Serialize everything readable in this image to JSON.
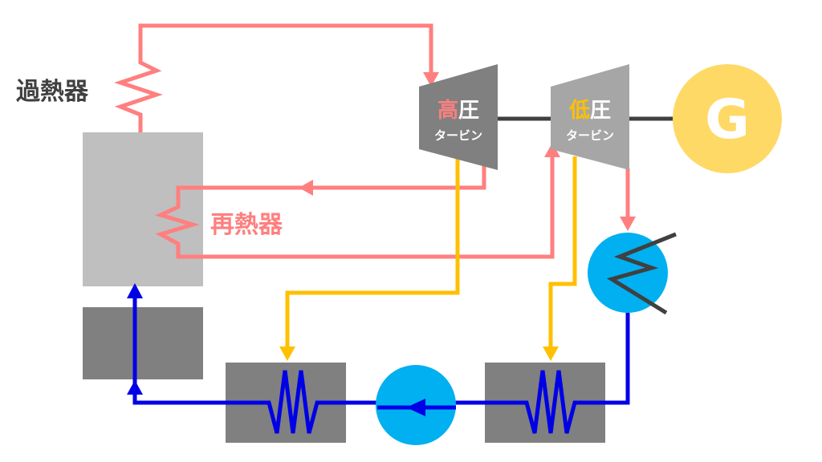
{
  "labels": {
    "superheater": "過熱器",
    "reheater": "再熱器",
    "hp_turbine_line1_accent": "高",
    "hp_turbine_line1_rest": "圧",
    "hp_turbine_line2": "タービン",
    "lp_turbine_line1_accent": "低",
    "lp_turbine_line1_rest": "圧",
    "lp_turbine_line2": "タービン",
    "generator": "G"
  },
  "colors": {
    "steam": "#ff7f7f",
    "extraction": "#ffc000",
    "water": "#0000e6",
    "pump": "#00b0f0",
    "generator": "#ffd966",
    "boiler_upper": "#bfbfbf",
    "boiler_lower": "#808080",
    "heater_box": "#808080",
    "hp_turbine": "#808080",
    "lp_turbine": "#a6a6a6",
    "shaft": "#404040",
    "dark_text": "#404040",
    "white_text": "#ffffff"
  }
}
